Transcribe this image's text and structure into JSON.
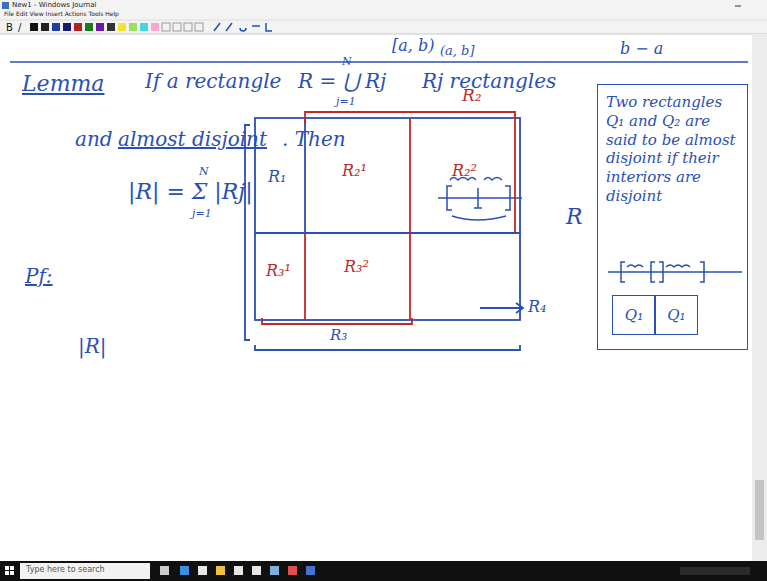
{
  "diagram": {
    "nodes": [
      {
        "text": [
          "Two rectangles Q₁ and Q₂ are said to be almost disjoint if their interiors are disjoint"
        ]
      },
      {
        "text": [
          "Q₁"
        ],
        "in": 0
      },
      {
        "text": [
          "Q₁"
        ],
        "in": 0
      }
    ],
    "labels": [
      "New1 - Windows Journal",
      "File Edit View Insert Actions Tools Help",
      "B",
      "/",
      "[a, b)",
      "(a, b]",
      "b − a",
      "Lemma",
      "If a rectangle",
      "R = ⋃ Rj",
      "N",
      "j=1",
      "Rj rectangles",
      "and",
      "almost disjoint",
      ". Then",
      "|R| = Σ |Rj|",
      "N",
      "j=1",
      "R₂",
      "R₁",
      "R₂¹",
      "R₂²",
      "R₃¹",
      "R₃²",
      "R₄",
      "R₃",
      "R",
      "Pf:",
      "|R|",
      "Type here to search"
    ]
  }
}
